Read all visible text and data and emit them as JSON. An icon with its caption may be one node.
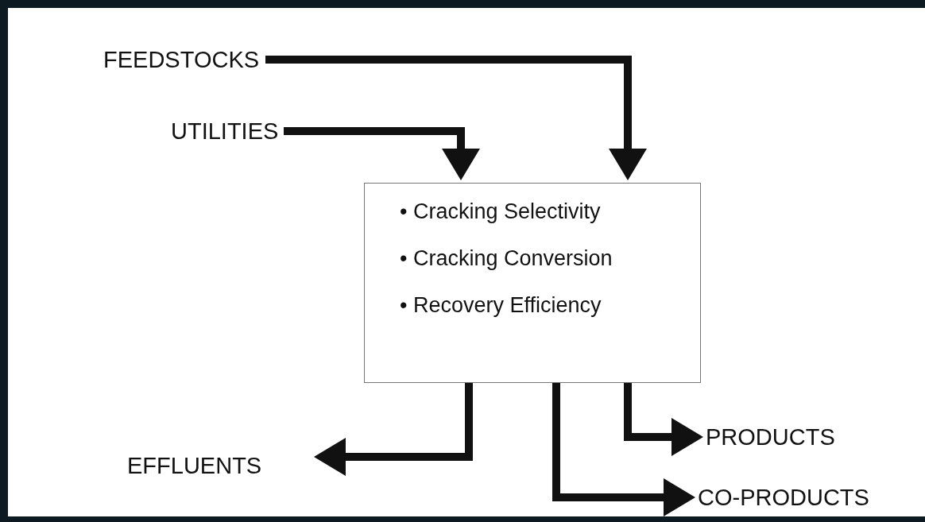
{
  "diagram": {
    "nodes": [
      {
        "text": [
          "FEEDSTOCKS"
        ]
      },
      {
        "text": [
          "UTILITIES"
        ]
      },
      {
        "text": [
          "• Cracking Selectivity",
          "• Cracking Conversion",
          "• Recovery Efficiency"
        ]
      },
      {
        "text": [
          "PRODUCTS"
        ]
      },
      {
        "text": [
          "EFFLUENTS"
        ]
      },
      {
        "text": [
          "CO-PRODUCTS"
        ]
      }
    ],
    "edges": [
      {
        "from": 0,
        "to": 2,
        "arrow": "to"
      },
      {
        "from": 1,
        "to": 2,
        "arrow": "to"
      },
      {
        "from": 2,
        "to": 4,
        "arrow": "to"
      },
      {
        "from": 2,
        "to": 3,
        "arrow": "to"
      },
      {
        "from": 2,
        "to": 5,
        "arrow": "to"
      }
    ]
  }
}
